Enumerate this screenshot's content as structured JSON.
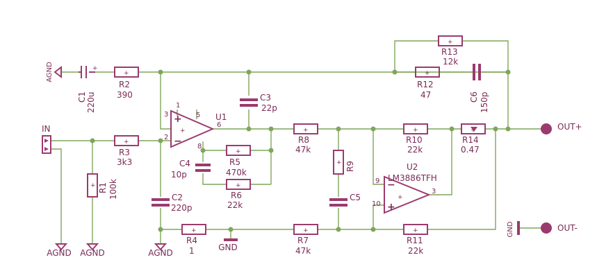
{
  "components": {
    "C1": {
      "ref": "C1",
      "value": "220u"
    },
    "R2": {
      "ref": "R2",
      "value": "390"
    },
    "C3": {
      "ref": "C3",
      "value": "22p"
    },
    "R13": {
      "ref": "R13",
      "value": "12k"
    },
    "R12": {
      "ref": "R12",
      "value": "47"
    },
    "C6": {
      "ref": "C6",
      "value": "150p"
    },
    "R3": {
      "ref": "R3",
      "value": "3k3"
    },
    "R1": {
      "ref": "R1",
      "value": "100k"
    },
    "U1": {
      "ref": "U1"
    },
    "R8": {
      "ref": "R8",
      "value": "47k"
    },
    "R10": {
      "ref": "R10",
      "value": "22k"
    },
    "R14": {
      "ref": "R14",
      "value": "0.47"
    },
    "C4": {
      "ref": "C4",
      "value": "10p"
    },
    "R5": {
      "ref": "R5",
      "value": "470k"
    },
    "R6": {
      "ref": "R6",
      "value": "22k"
    },
    "R9": {
      "ref": "R9"
    },
    "C5": {
      "ref": "C5"
    },
    "U2": {
      "ref": "U2",
      "value": "LM3886TFH"
    },
    "C2": {
      "ref": "C2",
      "value": "220p"
    },
    "R4": {
      "ref": "R4",
      "value": "1"
    },
    "R7": {
      "ref": "R7",
      "value": "47k"
    },
    "R11": {
      "ref": "R11",
      "value": "22k"
    }
  },
  "pins": {
    "u1_p3": "3",
    "u1_p1": "1",
    "u1_p5": "5",
    "u1_p2": "2",
    "u1_p6": "6",
    "u1_p8": "8",
    "u2_p9": "9",
    "u2_p10": "10",
    "u2_p3": "3",
    "plus": "+",
    "minus": "−"
  },
  "nets": {
    "agnd_c1": "AGND",
    "agnd_in": "AGND",
    "agnd_r1": "AGND",
    "agnd_c2": "AGND",
    "gnd_mid": "GND",
    "gnd_out": "GND"
  },
  "connectors": {
    "in": "IN",
    "out_plus": "OUT+",
    "out_minus": "OUT-"
  },
  "colors": {
    "wire": "#7fa65a",
    "component": "#9b3a6e",
    "text": "#7a2a55"
  }
}
